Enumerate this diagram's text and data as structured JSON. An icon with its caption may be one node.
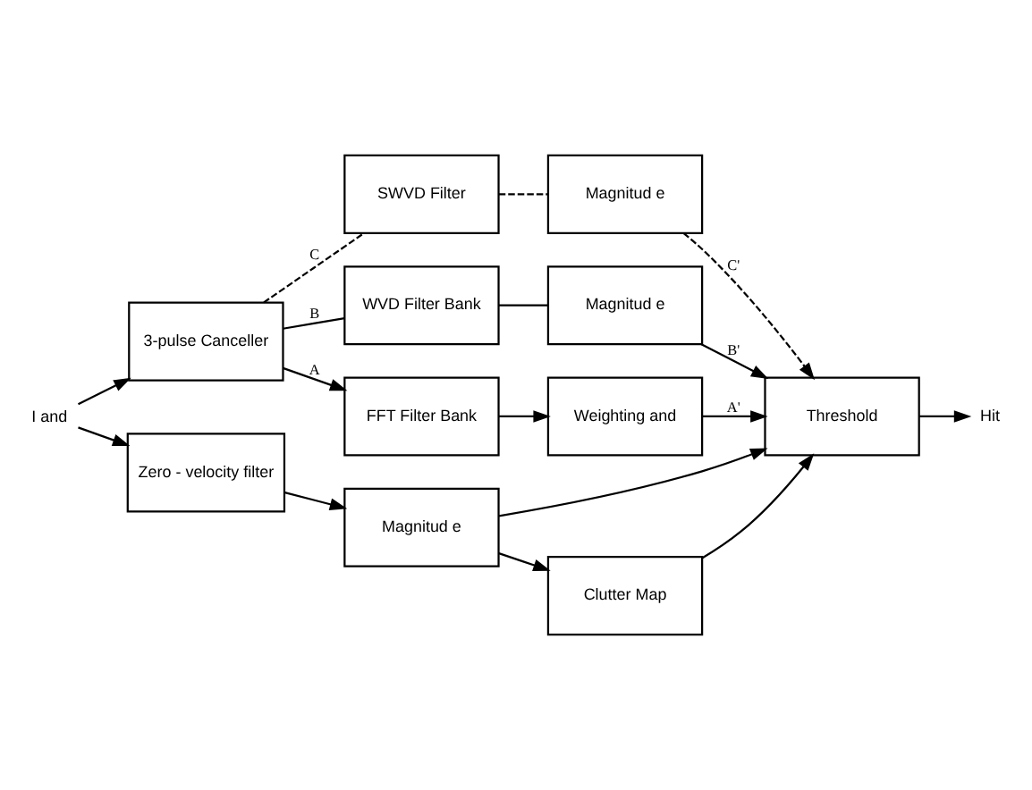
{
  "diagram": {
    "nodes": [
      {
        "text": [
          "I and"
        ]
      },
      {
        "text": [
          "3-pulse Canceller"
        ]
      },
      {
        "text": [
          "SWVD Filter"
        ]
      },
      {
        "text": [
          "Magnitud e"
        ]
      },
      {
        "text": [
          "WVD Filter Bank"
        ]
      },
      {
        "text": [
          "Magnitud e"
        ]
      },
      {
        "text": [
          "FFT Filter Bank"
        ]
      },
      {
        "text": [
          "Weighting and"
        ]
      },
      {
        "text": [
          "Threshold"
        ]
      },
      {
        "text": [
          "Hit"
        ]
      },
      {
        "text": [
          "Zero - velocity filter"
        ]
      },
      {
        "text": [
          "Magnitud e"
        ]
      },
      {
        "text": [
          "Clutter Map"
        ]
      }
    ],
    "edges": [
      {
        "from": 0,
        "to": 1,
        "arrow": "to"
      },
      {
        "from": 0,
        "to": 10,
        "arrow": "to"
      },
      {
        "from": 1,
        "to": 2,
        "arrow": "none",
        "label": "C",
        "style": "dashed"
      },
      {
        "from": 1,
        "to": 4,
        "arrow": "none",
        "label": "B"
      },
      {
        "from": 1,
        "to": 6,
        "arrow": "to",
        "label": "A"
      },
      {
        "from": 2,
        "to": 3,
        "arrow": "none",
        "style": "dashed"
      },
      {
        "from": 4,
        "to": 5,
        "arrow": "none"
      },
      {
        "from": 6,
        "to": 7,
        "arrow": "to"
      },
      {
        "from": 3,
        "to": 8,
        "arrow": "to",
        "label": "C'",
        "style": "dashed"
      },
      {
        "from": 5,
        "to": 8,
        "arrow": "to",
        "label": "B'"
      },
      {
        "from": 7,
        "to": 8,
        "arrow": "to",
        "label": "A'"
      },
      {
        "from": 10,
        "to": 11,
        "arrow": "to"
      },
      {
        "from": 11,
        "to": 12,
        "arrow": "to"
      },
      {
        "from": 11,
        "to": 8,
        "arrow": "to"
      },
      {
        "from": 12,
        "to": 8,
        "arrow": "to"
      },
      {
        "from": 8,
        "to": 9,
        "arrow": "to"
      }
    ]
  }
}
